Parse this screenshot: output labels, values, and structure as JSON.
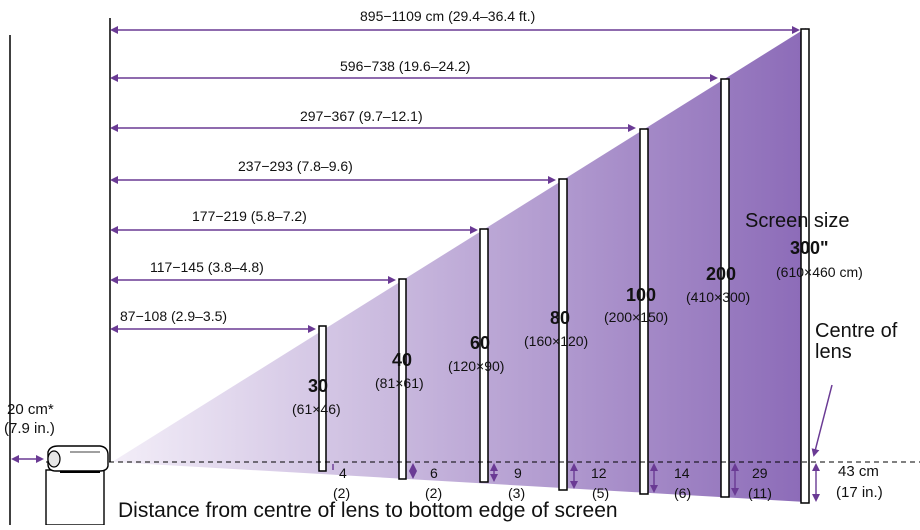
{
  "colors": {
    "arrow": "#6a3a94",
    "wedge_light": "#f3eef8",
    "wedge_dark": "#8c6bb8",
    "screen_fill": "#ffffff",
    "screen_stroke": "#000000",
    "guide": "#000000"
  },
  "throw_labels": [
    {
      "text": "895−1109 cm (29.4–36.4 ft.)"
    },
    {
      "text": "596−738 (19.6–24.2)"
    },
    {
      "text": "297−367 (9.7–12.1)"
    },
    {
      "text": "237−293 (7.8–9.6)"
    },
    {
      "text": "177−219 (5.8–7.2)"
    },
    {
      "text": "117−145  (3.8–4.8)"
    },
    {
      "text": "87−108  (2.9–3.5)"
    }
  ],
  "screens": [
    {
      "size": "30",
      "dims": "(61×46)",
      "offset_cm": "4",
      "offset_in": "(2)"
    },
    {
      "size": "40",
      "dims": "(81×61)",
      "offset_cm": "6",
      "offset_in": "(2)"
    },
    {
      "size": "60",
      "dims": "(120×90)",
      "offset_cm": "9",
      "offset_in": "(3)"
    },
    {
      "size": "80",
      "dims": "(160×120)",
      "offset_cm": "12",
      "offset_in": "(5)"
    },
    {
      "size": "100",
      "dims": "(200×150)",
      "offset_cm": "14",
      "offset_in": "(6)"
    },
    {
      "size": "200",
      "dims": "(410×300)",
      "offset_cm": "29",
      "offset_in": "(11)"
    },
    {
      "size": "300\"",
      "dims": "(610×460 cm)",
      "offset_cm": "43 cm",
      "offset_in": "(17 in.)"
    }
  ],
  "labels": {
    "screen_size": "Screen size",
    "centre_of_lens_1": "Centre of",
    "centre_of_lens_2": "lens",
    "wall_distance_cm": "20 cm*",
    "wall_distance_in": "(7.9 in.)",
    "bottom_caption": "Distance from centre of lens to bottom edge of screen"
  }
}
